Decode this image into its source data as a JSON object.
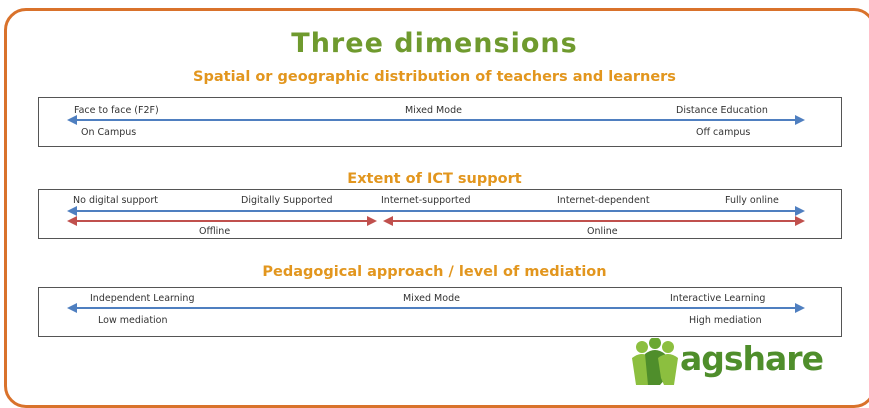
{
  "title": "Three dimensions",
  "sections": [
    {
      "heading": "Spatial or geographic distribution of teachers and learners",
      "top_labels": [
        "Face to face (F2F)",
        "Mixed Mode",
        "Distance Education"
      ],
      "bottom_labels": [
        "On Campus",
        "Off campus"
      ]
    },
    {
      "heading": "Extent of ICT support",
      "top_labels": [
        "No digital support",
        "Digitally Supported",
        "Internet-supported",
        "Internet-dependent",
        "Fully online"
      ],
      "bottom_labels": [
        "Offline",
        "Online"
      ]
    },
    {
      "heading": "Pedagogical approach / level of mediation",
      "top_labels": [
        "Independent Learning",
        "Mixed Mode",
        "Interactive Learning"
      ],
      "bottom_labels": [
        "Low mediation",
        "High mediation"
      ]
    }
  ],
  "logo": {
    "text": "agshare",
    "icon": "people-group-logo-icon"
  },
  "colors": {
    "border": "#d9722b",
    "title": "#6f9a2e",
    "heading": "#e2961e",
    "blue_arrow": "#4f7fc0",
    "red_arrow": "#c0504d"
  }
}
